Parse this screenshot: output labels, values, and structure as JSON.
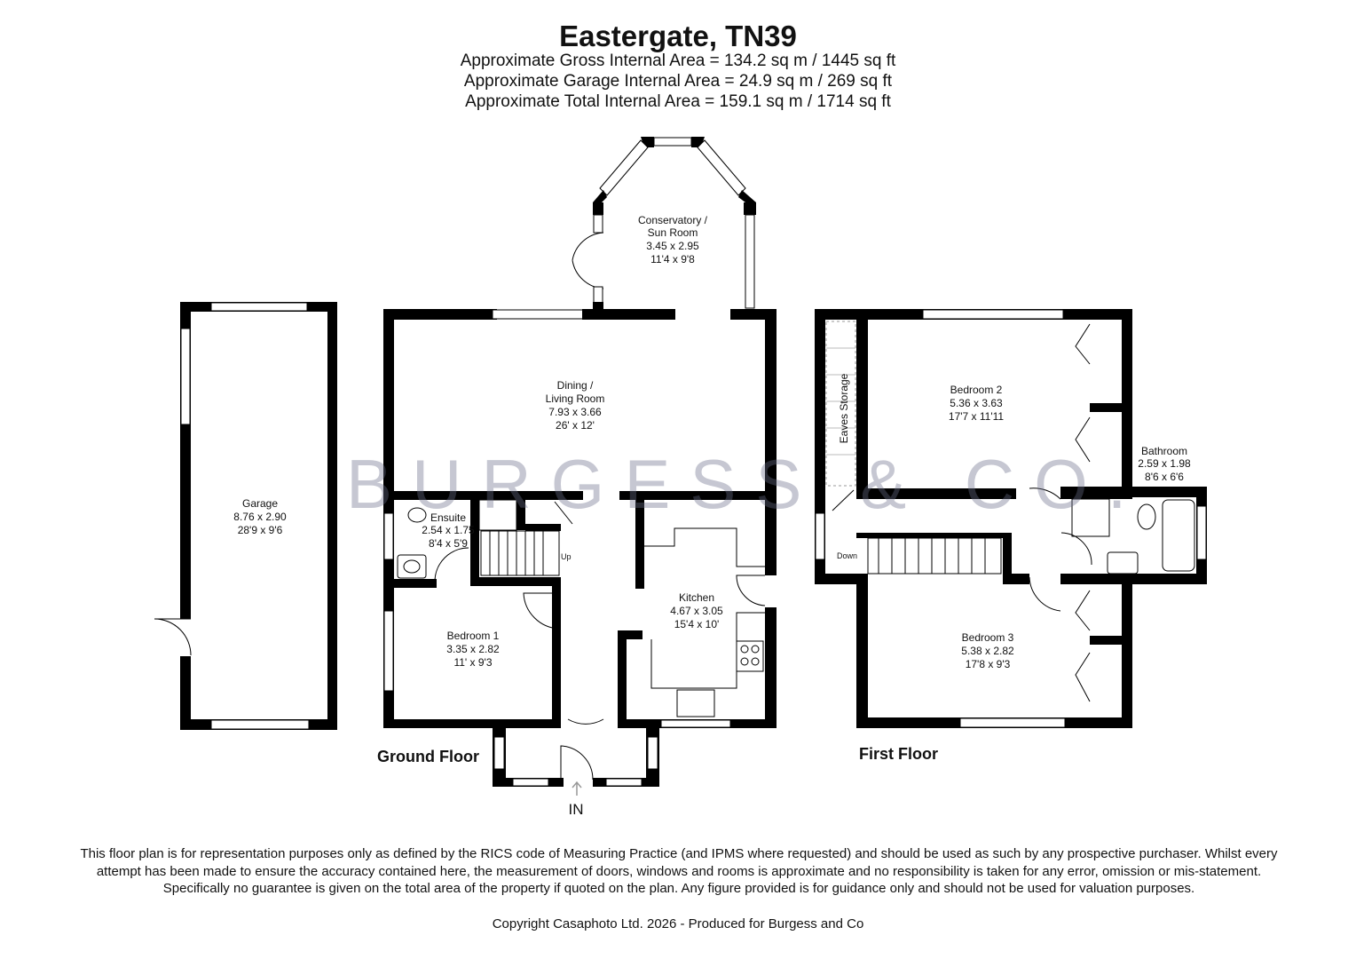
{
  "header": {
    "title": "Eastergate, TN39",
    "gross_area": "Approximate Gross Internal Area = 134.2 sq m / 1445 sq ft",
    "garage_area": "Approximate Garage Internal Area = 24.9 sq m / 269 sq ft",
    "total_area": "Approximate Total Internal Area = 159.1 sq m / 1714 sq ft"
  },
  "watermark": {
    "text": "BURGESS & CO."
  },
  "floors": {
    "ground": "Ground Floor",
    "first": "First Floor"
  },
  "rooms": {
    "conservatory": {
      "name1": "Conservatory /",
      "name2": "Sun Room",
      "metric": "3.45 x 2.95",
      "imperial": "11'4 x 9'8"
    },
    "dining": {
      "name1": "Dining /",
      "name2": "Living Room",
      "metric": "7.93 x 3.66",
      "imperial": "26' x 12'"
    },
    "garage": {
      "name": "Garage",
      "metric": "8.76 x 2.90",
      "imperial": "28'9 x 9'6"
    },
    "ensuite": {
      "name": "Ensuite",
      "metric": "2.54 x 1.75",
      "imperial": "8'4 x 5'9"
    },
    "kitchen": {
      "name": "Kitchen",
      "metric": "4.67 x 3.05",
      "imperial": "15'4 x 10'"
    },
    "bedroom1": {
      "name": "Bedroom 1",
      "metric": "3.35 x 2.82",
      "imperial": "11' x 9'3"
    },
    "bedroom2": {
      "name": "Bedroom 2",
      "metric": "5.36 x 3.63",
      "imperial": "17'7 x 11'11"
    },
    "bedroom3": {
      "name": "Bedroom 3",
      "metric": "5.38 x 2.82",
      "imperial": "17'8 x 9'3"
    },
    "bathroom": {
      "name": "Bathroom",
      "metric": "2.59 x 1.98",
      "imperial": "8'6 x 6'6"
    },
    "eaves": {
      "name": "Eaves Storage"
    }
  },
  "labels": {
    "up": "Up",
    "down": "Down",
    "entrance": "IN"
  },
  "footer": {
    "disclaimer": "This floor plan is for representation purposes only as defined by the RICS code of Measuring Practice (and IPMS where requested) and should be used as such by any prospective purchaser. Whilst every attempt has been made to ensure the accuracy contained here, the measurement of doors, windows and rooms is approximate and no responsibility is taken for any error, omission or mis-statement. Specifically no guarantee is given on the total area of the property if quoted on the plan. Any figure provided is for guidance only and should not be used for valuation purposes.",
    "copyright": "Copyright Casaphoto Ltd. 2026 - Produced for Burgess and Co"
  }
}
